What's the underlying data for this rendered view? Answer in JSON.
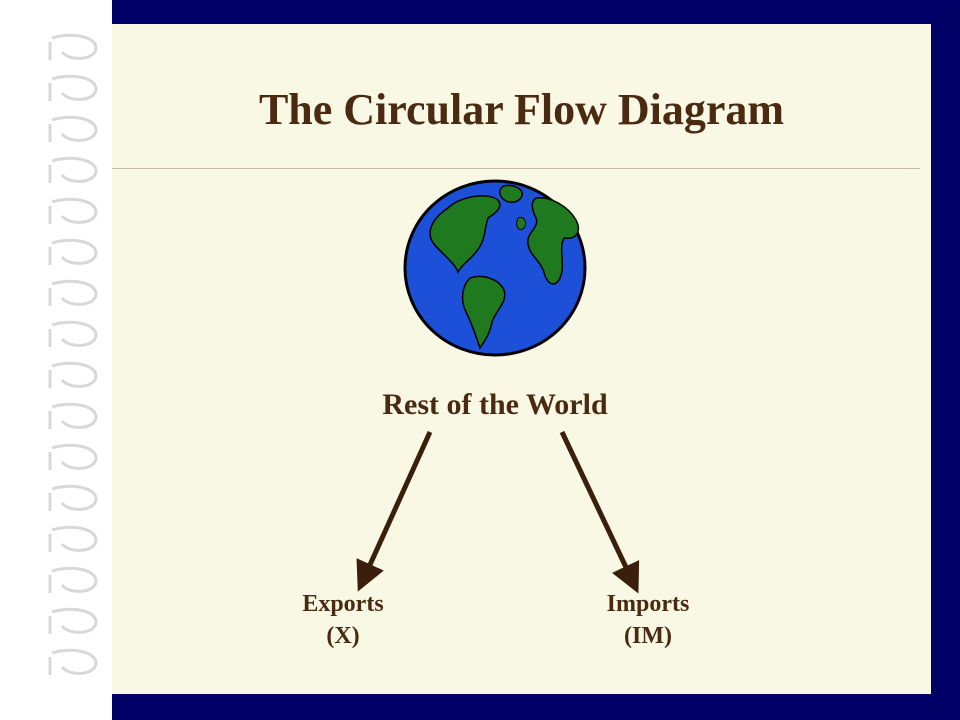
{
  "title": "The Circular Flow Diagram",
  "sector": {
    "label": "Rest of the World",
    "icon": "globe-icon"
  },
  "flows": [
    {
      "label": "Exports",
      "symbol": "(X)"
    },
    {
      "label": "Imports",
      "symbol": "(IM)"
    }
  ],
  "colors": {
    "frame": "#000066",
    "background": "#f8f8e4",
    "text": "#4a2a10",
    "ocean": "#1c50d8",
    "land": "#1f7a1f"
  }
}
